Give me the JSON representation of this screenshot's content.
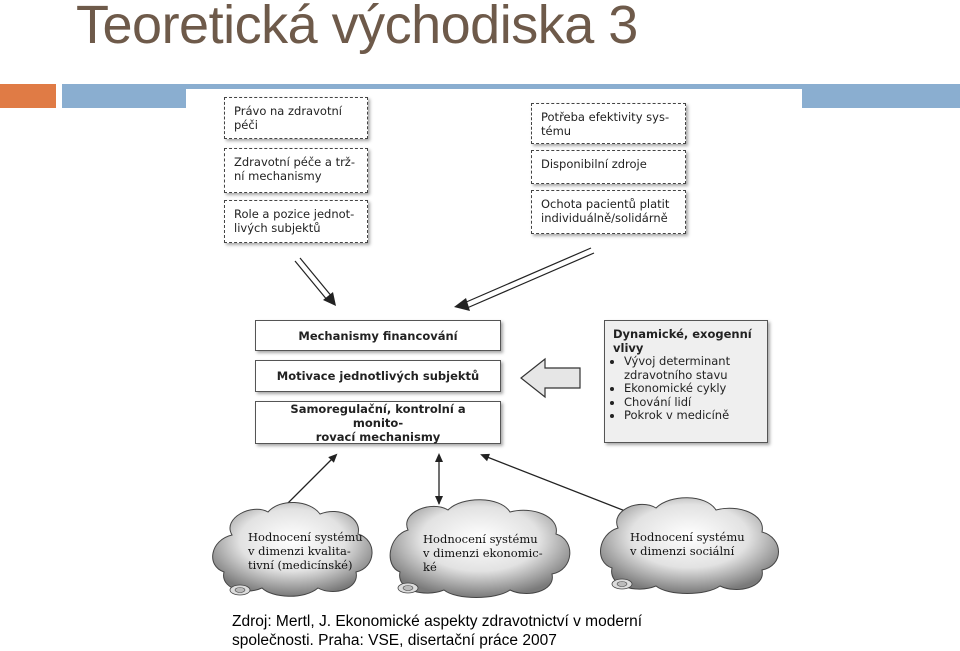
{
  "title": "Teoretická východiska 3",
  "colors": {
    "accent_orange": "#e07b45",
    "accent_blue": "#8aaed0",
    "title_color": "#6e5a4a"
  },
  "left_boxes": [
    {
      "line1": "Právo na zdravotní",
      "line2": "péči"
    },
    {
      "line1": "Zdravotní péče a trž-",
      "line2": "ní mechanismy"
    },
    {
      "line1": "Role a pozice jednot-",
      "line2": "livých subjektů"
    }
  ],
  "right_boxes": [
    {
      "line1": "Potřeba efektivity sys-",
      "line2": "tému"
    },
    {
      "line1": "Disponibilní zdroje",
      "line2": ""
    },
    {
      "line1": "Ochota pacientů platit",
      "line2": "individuálně/solidárně"
    }
  ],
  "center_boxes": [
    {
      "line1": "Mechanismy financování",
      "line2": ""
    },
    {
      "line1": "Motivace jednotlivých subjektů",
      "line2": ""
    },
    {
      "line1": "Samoregulační, kontrolní a monito-",
      "line2": "rovací mechanismy"
    }
  ],
  "side_box": {
    "header_line1": "Dynamické, exogenní",
    "header_line2": "vlivy",
    "items": [
      "Vývoj determinant",
      "zdravotního stavu",
      "Ekonomické cykly",
      "Chování lidí",
      "Pokrok v medicíně"
    ]
  },
  "clouds": [
    {
      "line1": "Hodnocení systému",
      "line2": "v dimenzi kvalita-",
      "line3": "tivní (medicínské)"
    },
    {
      "line1": "Hodnocení systému",
      "line2": "v dimenzi ekonomic-",
      "line3": "ké"
    },
    {
      "line1": "Hodnocení systému",
      "line2": "v dimenzi sociální",
      "line3": ""
    }
  ],
  "source": {
    "line1": "Zdroj: Mertl, J. Ekonomické aspekty zdravotnictví v moderní",
    "line2": "společnosti. Praha: VSE, disertační práce 2007"
  }
}
